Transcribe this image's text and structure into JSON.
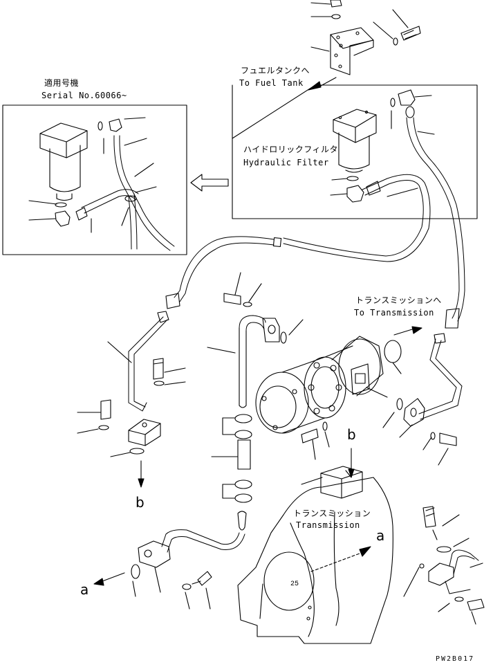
{
  "labels": {
    "serial_jp": "適用号機",
    "serial_en": "Serial No.60066~",
    "fuel_jp": "フュエルタンクへ",
    "fuel_en": "To Fuel Tank",
    "filter_jp": "ハイドロリックフィルタ",
    "filter_en": "Hydraulic Filter",
    "trans_to_jp": "トランスミッションへ",
    "trans_to_en": "To Transmission",
    "trans_jp": "トランスミッション",
    "trans_en": "Transmission",
    "ref_a_1": "a",
    "ref_a_2": "a",
    "ref_b_1": "b",
    "ref_b_2": "b",
    "drawing_code": "PW2B017"
  },
  "colors": {
    "line": "#000000",
    "background": "#ffffff"
  }
}
